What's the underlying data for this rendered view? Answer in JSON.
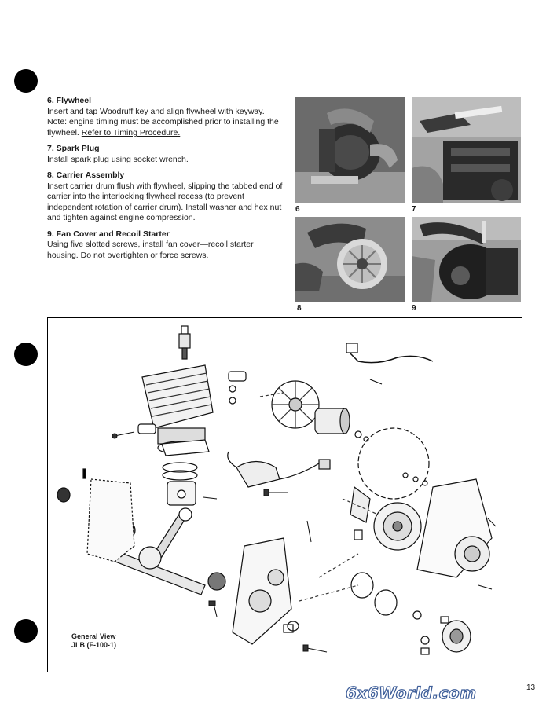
{
  "steps": [
    {
      "title": "6. Flywheel",
      "body": "Insert and tap Woodruff key and align flywheel with keyway. Note: engine timing must be accomplished prior to installing the flywheel.",
      "link": "Refer to Timing Procedure."
    },
    {
      "title": "7. Spark Plug",
      "body": "Install spark plug using socket wrench."
    },
    {
      "title": "8. Carrier Assembly",
      "body": "Insert carrier drum flush with flywheel, slipping the tabbed end of carrier into the interlocking flywheel recess (to prevent independent rotation of carrier drum). Install washer and hex nut and tighten against engine compression."
    },
    {
      "title": "9. Fan Cover and Recoil Starter",
      "body": "Using five slotted screws, install fan cover—recoil starter housing. Do not overtighten or force screws."
    }
  ],
  "photos": [
    {
      "label": "6",
      "icon": "flywheel-photo"
    },
    {
      "label": "7",
      "icon": "spark-plug-photo"
    },
    {
      "label": "8",
      "icon": "carrier-assembly-photo"
    },
    {
      "label": "9",
      "icon": "fan-cover-photo"
    }
  ],
  "diagram": {
    "caption_line1": "General View",
    "caption_line2": "JLB (F-100-1)",
    "icon": "engine-exploded-view-diagram"
  },
  "page_number": "13",
  "watermark": "6x6World.com"
}
